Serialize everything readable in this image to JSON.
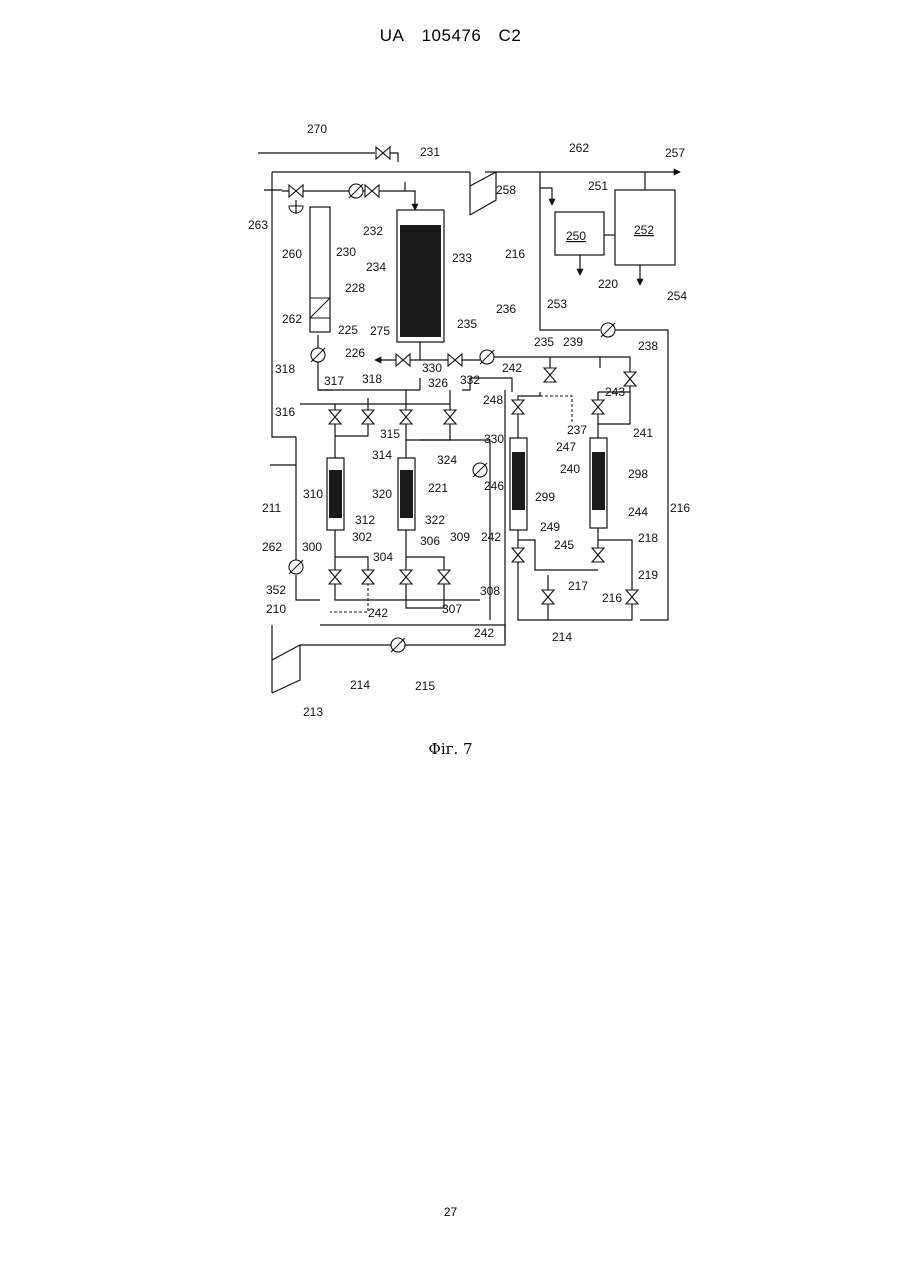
{
  "header": {
    "country": "UA",
    "number": "105476",
    "kind": "C2"
  },
  "figure": {
    "caption": "Фіг. 7",
    "labels": {
      "l270": "270",
      "l231": "231",
      "l262a": "262",
      "l257": "257",
      "l263": "263",
      "l232": "232",
      "l258": "258",
      "l251": "251",
      "l250": "250",
      "l252": "252",
      "l260": "260",
      "l230": "230",
      "l234": "234",
      "l233": "233",
      "l216a": "216",
      "l228": "228",
      "l253": "253",
      "l254": "254",
      "l220": "220",
      "l262b": "262",
      "l225": "225",
      "l275": "275",
      "l235a": "235",
      "l236": "236",
      "l226": "226",
      "l330a": "330",
      "l235b": "235",
      "l239": "239",
      "l238": "238",
      "l318a": "318",
      "l317": "317",
      "l318b": "318",
      "l326": "326",
      "l332": "332",
      "l242a": "242",
      "l243": "243",
      "l248": "248",
      "l316": "316",
      "l315": "315",
      "l330b": "330",
      "l237": "237",
      "l241": "241",
      "l314": "314",
      "l324": "324",
      "l247": "247",
      "l240": "240",
      "l298": "298",
      "l221": "221",
      "l246": "246",
      "l310": "310",
      "l320": "320",
      "l299": "299",
      "l211": "211",
      "l216b": "216",
      "l312": "312",
      "l322": "322",
      "l244": "244",
      "l262c": "262",
      "l302": "302",
      "l306": "306",
      "l309": "309",
      "l249": "249",
      "l300": "300",
      "l242b": "242",
      "l218": "218",
      "l304": "304",
      "l245": "245",
      "l352": "352",
      "l308": "308",
      "l219": "219",
      "l217": "217",
      "l210": "210",
      "l242c": "242",
      "l307": "307",
      "l216c": "216",
      "l242d": "242",
      "l214a": "214",
      "l214b": "214",
      "l215": "215",
      "l213": "213"
    }
  },
  "page_number": "27"
}
